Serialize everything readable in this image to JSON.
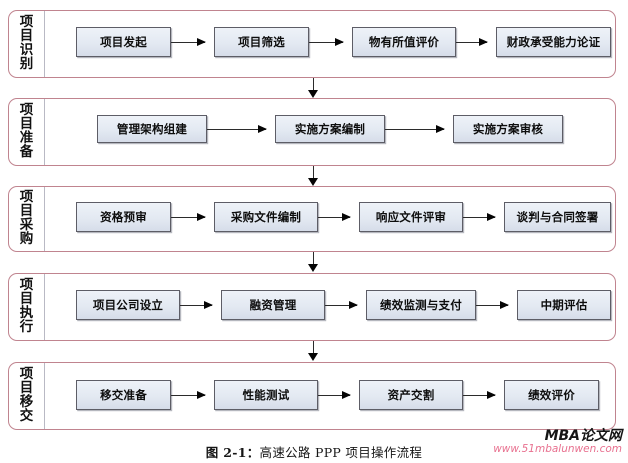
{
  "figure": {
    "caption_number": "图 2-1：",
    "caption_title": "高速公路 PPP 项目操作流程",
    "border_color": "#c0848f",
    "node_fill_color": "#e3e9f2",
    "node_border_color": "#5d5d66",
    "connector_color": "#050505"
  },
  "watermark": {
    "title": "MBA论文网",
    "url": "www.51mbalunwen.com",
    "url_color": "#e8708f"
  },
  "stages": [
    {
      "id": "identification",
      "label": "项目识别",
      "label_chars": [
        "项",
        "目",
        "识",
        "别"
      ],
      "nodes": [
        {
          "label": "项目发起"
        },
        {
          "label": "项目筛选"
        },
        {
          "label": "物有所值评价"
        },
        {
          "label": "财政承受能力论证"
        }
      ]
    },
    {
      "id": "preparation",
      "label": "项目准备",
      "label_chars": [
        "项",
        "目",
        "准",
        "备"
      ],
      "nodes": [
        {
          "label": "管理架构组建"
        },
        {
          "label": "实施方案编制"
        },
        {
          "label": "实施方案审核"
        }
      ]
    },
    {
      "id": "procurement",
      "label": "项目采购",
      "label_chars": [
        "项",
        "目",
        "采",
        "购"
      ],
      "nodes": [
        {
          "label": "资格预审"
        },
        {
          "label": "采购文件编制"
        },
        {
          "label": "响应文件评审"
        },
        {
          "label": "谈判与合同签署"
        }
      ]
    },
    {
      "id": "execution",
      "label": "项目执行",
      "label_chars": [
        "项",
        "目",
        "执",
        "行"
      ],
      "nodes": [
        {
          "label": "项目公司设立"
        },
        {
          "label": "融资管理"
        },
        {
          "label": "绩效监测与支付"
        },
        {
          "label": "中期评估"
        }
      ]
    },
    {
      "id": "transfer",
      "label": "项目移交",
      "label_chars": [
        "项",
        "目",
        "移",
        "交"
      ],
      "nodes": [
        {
          "label": "移交准备"
        },
        {
          "label": "性能测试"
        },
        {
          "label": "资产交割"
        },
        {
          "label": "绩效评价"
        }
      ]
    }
  ],
  "stage_connectors": [
    {
      "from": "identification",
      "to": "preparation"
    },
    {
      "from": "preparation",
      "to": "procurement"
    },
    {
      "from": "procurement",
      "to": "execution"
    },
    {
      "from": "execution",
      "to": "transfer"
    }
  ]
}
